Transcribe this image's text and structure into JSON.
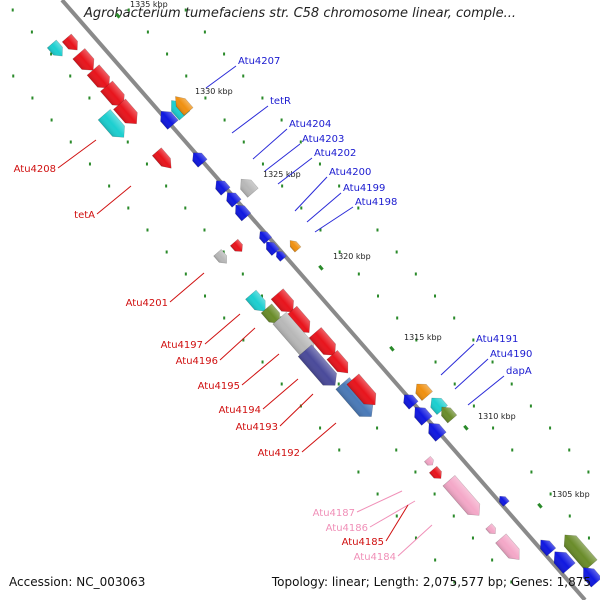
{
  "title": "Agrobacterium tumefaciens str. C58 chromosome linear, comple...",
  "accession": "Accession: NC_003063",
  "summary": "Topology: linear; Length: 2,075,577 bp; Genes: 1,875",
  "colors": {
    "red": "#e8141c",
    "blue": "#1018e0",
    "cyan": "#1ccfd0",
    "grey": "#b8b8b8",
    "orange": "#f09010",
    "olive": "#6a8c2a",
    "steel": "#4a7ab8",
    "purple": "#4a4a9a",
    "pink": "#f4a8c8",
    "axis": "#888888",
    "tick": "#2a8a2a"
  },
  "scale_labels": [
    {
      "id": "kbp-1335",
      "text": "1335 kbp"
    },
    {
      "id": "kbp-1330",
      "text": "1330 kbp"
    },
    {
      "id": "kbp-1325",
      "text": "1325 kbp"
    },
    {
      "id": "kbp-1320",
      "text": "1320 kbp"
    },
    {
      "id": "kbp-1315",
      "text": "1315 kbp"
    },
    {
      "id": "kbp-1310",
      "text": "1310 kbp"
    },
    {
      "id": "kbp-1305",
      "text": "1305 kbp"
    }
  ],
  "genes_right": [
    {
      "id": "Atu4207",
      "text": "Atu4207"
    },
    {
      "id": "tetR",
      "text": "tetR"
    },
    {
      "id": "Atu4204",
      "text": "Atu4204"
    },
    {
      "id": "Atu4203",
      "text": "Atu4203"
    },
    {
      "id": "Atu4202",
      "text": "Atu4202"
    },
    {
      "id": "Atu4200",
      "text": "Atu4200"
    },
    {
      "id": "Atu4199",
      "text": "Atu4199"
    },
    {
      "id": "Atu4198",
      "text": "Atu4198"
    },
    {
      "id": "Atu4191",
      "text": "Atu4191"
    },
    {
      "id": "Atu4190",
      "text": "Atu4190"
    },
    {
      "id": "dapA",
      "text": "dapA"
    }
  ],
  "genes_left": [
    {
      "id": "Atu4208",
      "text": "Atu4208"
    },
    {
      "id": "tetA",
      "text": "tetA"
    },
    {
      "id": "Atu4201",
      "text": "Atu4201"
    },
    {
      "id": "Atu4197",
      "text": "Atu4197"
    },
    {
      "id": "Atu4196",
      "text": "Atu4196"
    },
    {
      "id": "Atu4195",
      "text": "Atu4195"
    },
    {
      "id": "Atu4194",
      "text": "Atu4194"
    },
    {
      "id": "Atu4193",
      "text": "Atu4193"
    },
    {
      "id": "Atu4192",
      "text": "Atu4192"
    },
    {
      "id": "Atu4187",
      "text": "Atu4187"
    },
    {
      "id": "Atu4186",
      "text": "Atu4186"
    },
    {
      "id": "Atu4185",
      "text": "Atu4185"
    },
    {
      "id": "Atu4184",
      "text": "Atu4184"
    }
  ]
}
